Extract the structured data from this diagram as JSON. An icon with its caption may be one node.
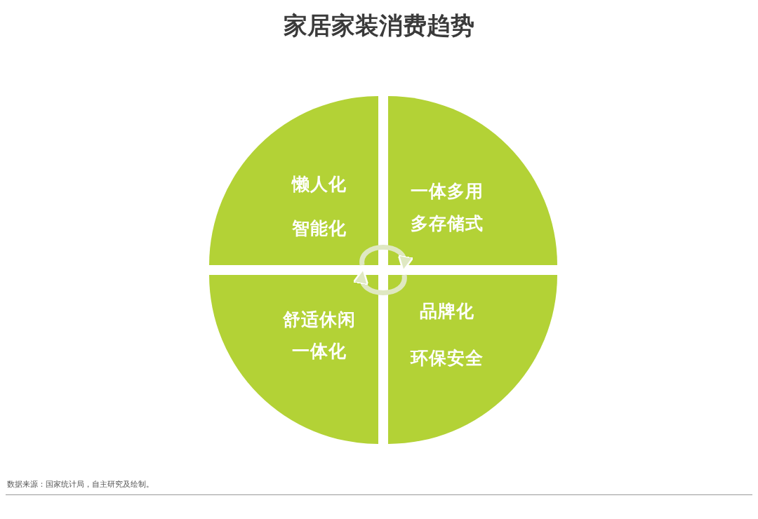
{
  "diagram": {
    "title": "家居家装消费趋势",
    "nodes": [
      {
        "text": [
          "懒人化",
          "智能化"
        ]
      },
      {
        "text": [
          "一体多用",
          "多存储式"
        ]
      },
      {
        "text": [
          "舒适休闲",
          "一体化"
        ]
      },
      {
        "text": [
          "品牌化",
          "环保安全"
        ]
      }
    ],
    "edges": [
      {
        "from": 0,
        "to": 1,
        "arrow": "to"
      },
      {
        "from": 3,
        "to": 2,
        "arrow": "to"
      }
    ],
    "labels": [
      "数据来源：国家统计局，自主研究及绘制。"
    ]
  }
}
